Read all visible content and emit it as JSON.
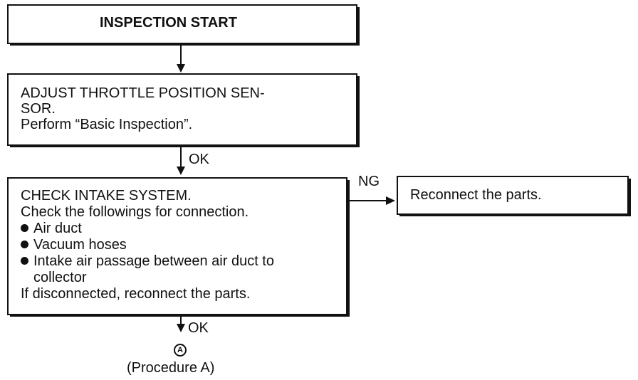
{
  "start_box": {
    "label": "INSPECTION START"
  },
  "step1": {
    "line1": "ADJUST THROTTLE POSITION SEN-",
    "line2": "SOR.",
    "line3": "Perform “Basic Inspection”."
  },
  "ok1": "OK",
  "step2": {
    "title": "CHECK INTAKE SYSTEM.",
    "intro": "Check the followings for connection.",
    "items": [
      "Air duct",
      "Vacuum hoses",
      "Intake air passage between air duct to"
    ],
    "item3_cont": "collector",
    "footer": "If disconnected, reconnect the parts."
  },
  "ng": "NG",
  "ng_box": {
    "label": "Reconnect the parts."
  },
  "ok2": "OK",
  "connector": {
    "symbol": "A",
    "label": "(Procedure A)"
  }
}
